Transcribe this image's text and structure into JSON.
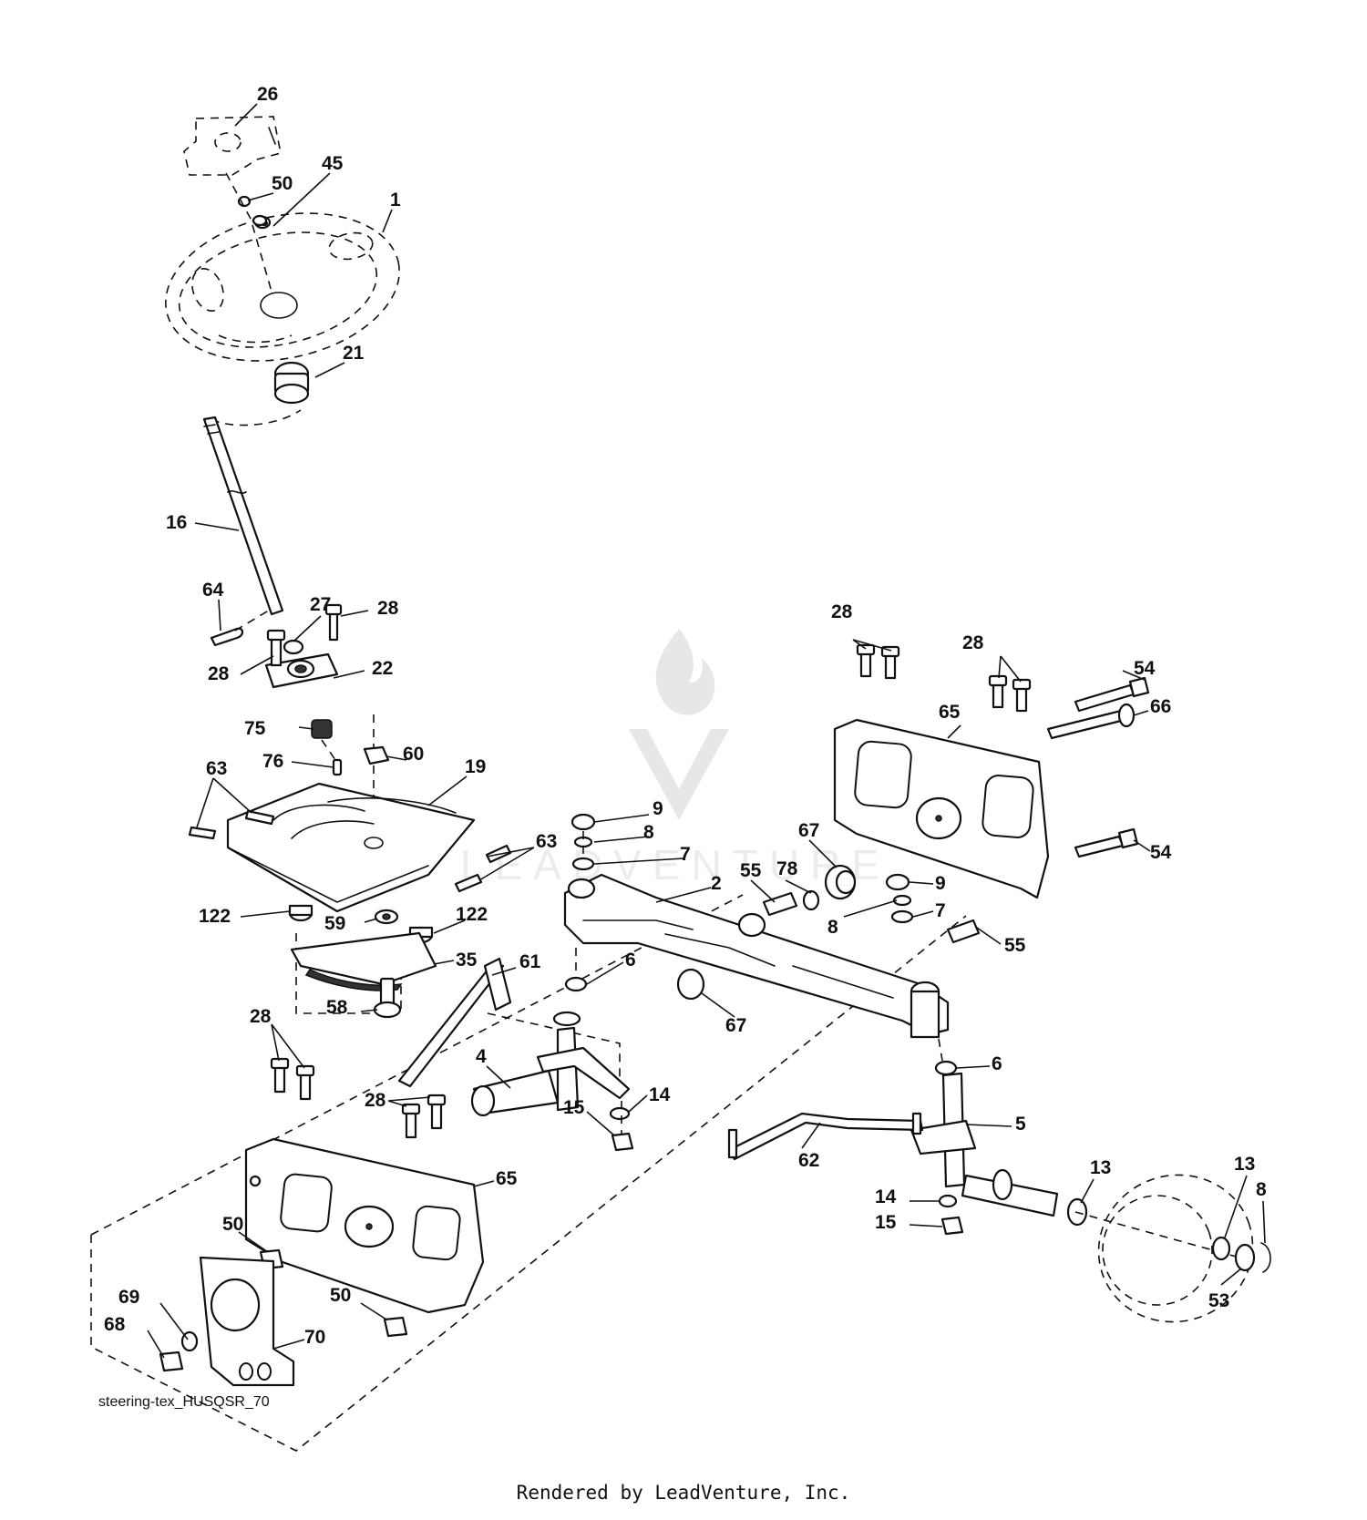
{
  "diagram": {
    "caption": "steering-tex_HUSQSR_70",
    "footer": "Rendered by LeadVenture, Inc.",
    "watermark": "LEADVENTURE",
    "callouts": [
      {
        "id": "c26",
        "label": "26"
      },
      {
        "id": "c45",
        "label": "45"
      },
      {
        "id": "c50a",
        "label": "50"
      },
      {
        "id": "c1",
        "label": "1"
      },
      {
        "id": "c21",
        "label": "21"
      },
      {
        "id": "c16",
        "label": "16"
      },
      {
        "id": "c64",
        "label": "64"
      },
      {
        "id": "c27",
        "label": "27"
      },
      {
        "id": "c28a",
        "label": "28"
      },
      {
        "id": "c28b",
        "label": "28"
      },
      {
        "id": "c22",
        "label": "22"
      },
      {
        "id": "c75",
        "label": "75"
      },
      {
        "id": "c76",
        "label": "76"
      },
      {
        "id": "c60",
        "label": "60"
      },
      {
        "id": "c63a",
        "label": "63"
      },
      {
        "id": "c19",
        "label": "19"
      },
      {
        "id": "c63b",
        "label": "63"
      },
      {
        "id": "c122a",
        "label": "122"
      },
      {
        "id": "c59",
        "label": "59"
      },
      {
        "id": "c122b",
        "label": "122"
      },
      {
        "id": "c35",
        "label": "35"
      },
      {
        "id": "c61",
        "label": "61"
      },
      {
        "id": "c58",
        "label": "58"
      },
      {
        "id": "c28c",
        "label": "28"
      },
      {
        "id": "c4",
        "label": "4"
      },
      {
        "id": "c28d",
        "label": "28"
      },
      {
        "id": "c14a",
        "label": "14"
      },
      {
        "id": "c15a",
        "label": "15"
      },
      {
        "id": "c65a",
        "label": "65"
      },
      {
        "id": "c50b",
        "label": "50"
      },
      {
        "id": "c69",
        "label": "69"
      },
      {
        "id": "c68",
        "label": "68"
      },
      {
        "id": "c70",
        "label": "70"
      },
      {
        "id": "c50c",
        "label": "50"
      },
      {
        "id": "c28e",
        "label": "28"
      },
      {
        "id": "c28f",
        "label": "28"
      },
      {
        "id": "c54a",
        "label": "54"
      },
      {
        "id": "c65b",
        "label": "65"
      },
      {
        "id": "c66",
        "label": "66"
      },
      {
        "id": "c54b",
        "label": "54"
      },
      {
        "id": "c9a",
        "label": "9"
      },
      {
        "id": "c8a",
        "label": "8"
      },
      {
        "id": "c7a",
        "label": "7"
      },
      {
        "id": "c2",
        "label": "2"
      },
      {
        "id": "c55a",
        "label": "55"
      },
      {
        "id": "c78",
        "label": "78"
      },
      {
        "id": "c67a",
        "label": "67"
      },
      {
        "id": "c9b",
        "label": "9"
      },
      {
        "id": "c8b",
        "label": "8"
      },
      {
        "id": "c7b",
        "label": "7"
      },
      {
        "id": "c55b",
        "label": "55"
      },
      {
        "id": "c6a",
        "label": "6"
      },
      {
        "id": "c67b",
        "label": "67"
      },
      {
        "id": "c6b",
        "label": "6"
      },
      {
        "id": "c5",
        "label": "5"
      },
      {
        "id": "c62",
        "label": "62"
      },
      {
        "id": "c14b",
        "label": "14"
      },
      {
        "id": "c15b",
        "label": "15"
      },
      {
        "id": "c13a",
        "label": "13"
      },
      {
        "id": "c13b",
        "label": "13"
      },
      {
        "id": "c8c",
        "label": "8"
      },
      {
        "id": "c53",
        "label": "53"
      }
    ]
  }
}
